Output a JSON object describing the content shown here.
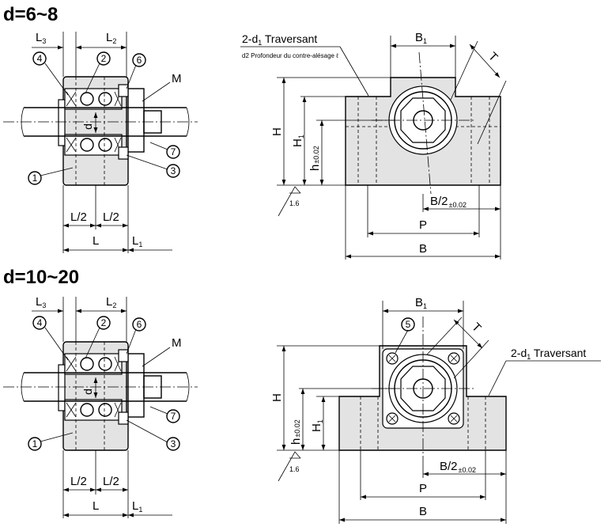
{
  "sections": [
    {
      "title": "d=6~8",
      "side_view": {
        "dims": {
          "L3": "L",
          "L3_sub": "3",
          "L2": "L",
          "L2_sub": "2",
          "L1": "L",
          "L1_sub": "1",
          "L": "L",
          "L_half_a": "L/2",
          "L_half_b": "L/2",
          "M": "M",
          "d": "d"
        },
        "callouts": [
          "4",
          "2",
          "6",
          "7",
          "3",
          "1"
        ]
      },
      "front_view": {
        "hole_note": "2-d",
        "hole_note_sub": "1",
        "hole_note_tail": " Traversant",
        "cbore_note": "d2 Profondeur du contre-alésage ℓ",
        "dims": {
          "B1": "B",
          "B1_sub": "1",
          "T": "T",
          "H": "H",
          "H1": "H",
          "H1_sub": "1",
          "h": "h",
          "h_tol": "±0.02",
          "B_half": "B/2",
          "B_half_tol": "±0.02",
          "P": "P",
          "B": "B"
        },
        "roughness": "1.6"
      }
    },
    {
      "title": "d=10~20",
      "side_view": {
        "dims": {
          "L3": "L",
          "L3_sub": "3",
          "L2": "L",
          "L2_sub": "2",
          "L1": "L",
          "L1_sub": "1",
          "L": "L",
          "L_half_a": "L/2",
          "L_half_b": "L/2",
          "M": "M",
          "d": "d"
        },
        "callouts": [
          "4",
          "2",
          "6",
          "7",
          "3",
          "1"
        ]
      },
      "front_view": {
        "hole_note": "2-d",
        "hole_note_sub": "1",
        "hole_note_tail": " Traversant",
        "dims": {
          "B1": "B",
          "B1_sub": "1",
          "T": "T",
          "H": "H",
          "H1": "H",
          "H1_sub": "1",
          "h": "h",
          "h_tol": "±0.02",
          "B_half": "B/2",
          "B_half_tol": "±0.02",
          "P": "P",
          "B": "B"
        },
        "callout": "5",
        "roughness": "1.6"
      }
    }
  ]
}
